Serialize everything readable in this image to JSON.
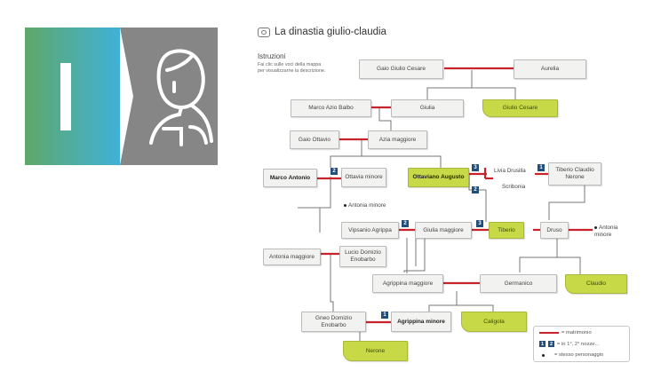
{
  "header": {
    "title": "La dinastia giulio-claudia"
  },
  "instructions": {
    "title": "Istruzioni",
    "text": "Fai clic sulle voci della mappa per visualizzarne la descrizione."
  },
  "colors": {
    "marriage_line": "#c8232c",
    "badge": "#224e7a",
    "highlight": "#c7d946"
  },
  "nodes": {
    "gaio_giulio_cesare": "Gaio Giulio Cesare",
    "aurelia": "Aurelia",
    "marco_azio_balbo": "Marco Azio Balbo",
    "giulia": "Giulia",
    "giulio_cesare": "Giulio Cesare",
    "gaio_ottavio": "Gaio Ottavio",
    "azia_maggiore": "Azia maggiore",
    "marco_antonio": "Marco Antonio",
    "ottavia_minore": "Ottavia minore",
    "ottaviano_augusto": "Ottaviano Augusto",
    "livia_drusilla": "Livia Drusilla",
    "tiberio_claudio_nerone": "Tiberio Claudio Nerone",
    "scribonia": "Scribonia",
    "antonia_minore_ref": "Antonia minore",
    "vipsanio_agrippa": "Vipsanio Agrippa",
    "giulia_maggiore": "Giulia maggiore",
    "tiberio": "Tiberio",
    "druso": "Druso",
    "antonia_minore_2": "Antonia minore",
    "antonia_maggiore": "Antonia maggiore",
    "lucio_domizio_enobarbo": "Lucio Domizio Enobarbo",
    "agrippina_maggiore": "Agrippina maggiore",
    "germanico": "Germanico",
    "claudio": "Claudio",
    "gneo_domizio_enobarbo": "Gneo Domizio Enobarbo",
    "agrippina_minore": "Agrippina minore",
    "caligola": "Caligola",
    "nerone": "Nerone"
  },
  "badges": {
    "b_marco_antonio": "2",
    "b_ottaviano": "3",
    "b_scribonia": "2",
    "b_livia": "1",
    "b_agrippa": "2",
    "b_tiberio": "3",
    "b_agrippina": "1"
  },
  "legend": {
    "marriage": "= matrimonio",
    "order_1": "1",
    "order_2": "2",
    "order": "= in 1°, 2° nozze...",
    "same_person": "= stesso personaggio"
  }
}
